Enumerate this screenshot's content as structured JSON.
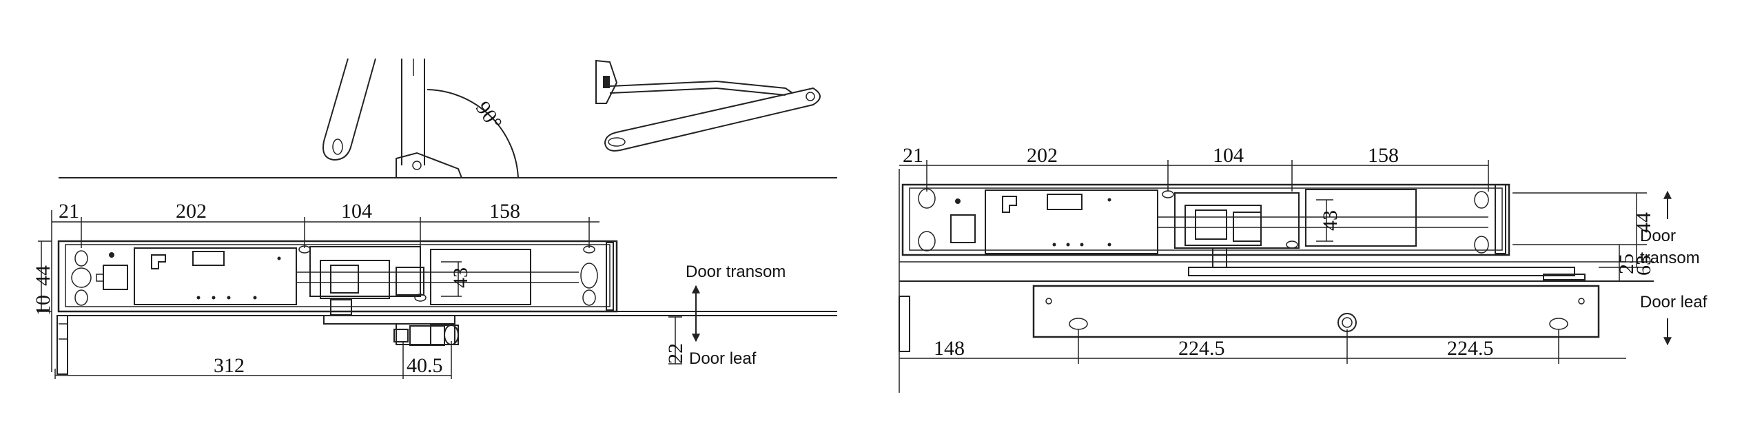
{
  "left_view": {
    "angle_label": "90°",
    "dims_top": [
      "21",
      "202",
      "104",
      "158"
    ],
    "dim_height_44": "44",
    "dim_height_10": "10",
    "dim_height_43": "43",
    "dim_bottom_312": "312",
    "dim_bottom_40_5": "40.5",
    "dim_side_22": "22",
    "label_transom": "Door transom",
    "label_leaf": "Door leaf"
  },
  "right_view": {
    "dims_top": [
      "21",
      "202",
      "104",
      "158"
    ],
    "dim_height_43": "43",
    "dim_height_44": "44",
    "dim_height_25": "25",
    "dim_height_63": "63",
    "dims_bottom": [
      "148",
      "224.5",
      "224.5"
    ],
    "label_transom_line1": "Door",
    "label_transom_line2": "transom",
    "label_leaf": "Door leaf"
  }
}
